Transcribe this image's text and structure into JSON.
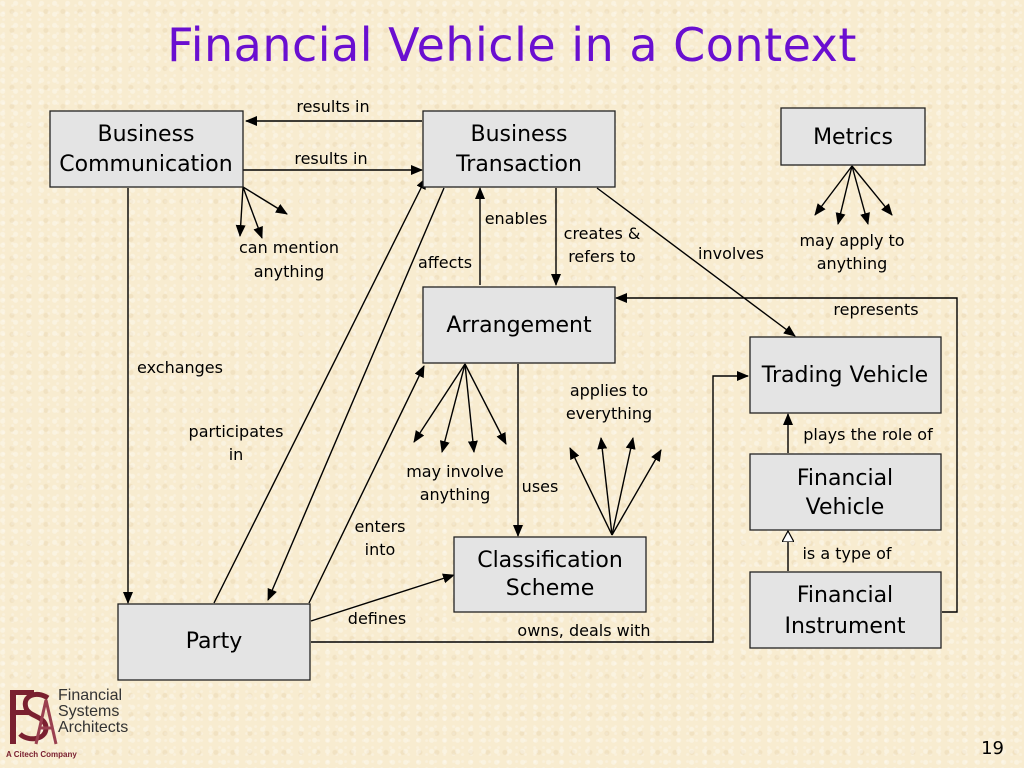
{
  "slide": {
    "title": "Financial Vehicle in a Context",
    "page_number": "19"
  },
  "nodes": {
    "business_communication": [
      "Business",
      "Communication"
    ],
    "business_transaction": [
      "Business",
      "Transaction"
    ],
    "metrics": [
      "Metrics"
    ],
    "arrangement": [
      "Arrangement"
    ],
    "trading_vehicle": [
      "Trading Vehicle"
    ],
    "financial_vehicle": [
      "Financial",
      "Vehicle"
    ],
    "classification_scheme": [
      "Classification",
      "Scheme"
    ],
    "financial_instrument": [
      "Financial",
      "Instrument"
    ],
    "party": [
      "Party"
    ]
  },
  "edges": {
    "results_in_top": "results in",
    "results_in_bottom": "results in",
    "can_mention": [
      "can mention",
      "anything"
    ],
    "enables": "enables",
    "creates_refers": [
      "creates &",
      "refers to"
    ],
    "involves": "involves",
    "may_apply": [
      "may apply to",
      "anything"
    ],
    "affects": "affects",
    "represents": "represents",
    "exchanges": "exchanges",
    "applies_to": [
      "applies to",
      "everything"
    ],
    "participates": [
      "participates",
      "in"
    ],
    "plays_role": "plays the role of",
    "may_involve": [
      "may involve",
      "anything"
    ],
    "uses": "uses",
    "enters_into": [
      "enters",
      "into"
    ],
    "is_a_type_of": "is a type of",
    "defines": "defines",
    "owns_deals": "owns, deals with"
  },
  "logo": {
    "name_lines": [
      "Financial",
      "Systems",
      "Architects"
    ],
    "tagline": "A Citech Company"
  }
}
